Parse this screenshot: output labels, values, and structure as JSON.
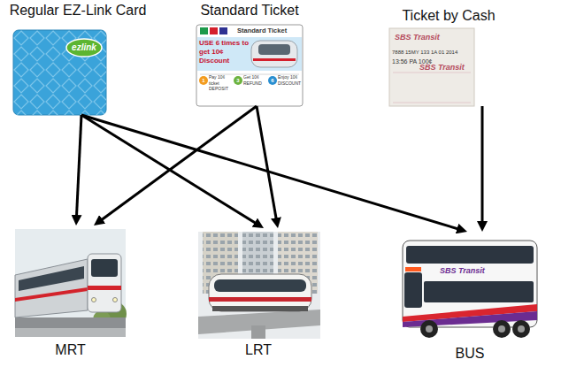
{
  "diagram": {
    "nodes": [
      {
        "text": [
          "Regular EZ-Link Card"
        ]
      },
      {
        "text": [
          "Standard Ticket"
        ]
      },
      {
        "text": [
          "Ticket by Cash"
        ]
      },
      {
        "text": [
          "MRT"
        ]
      },
      {
        "text": [
          "LRT"
        ]
      },
      {
        "text": [
          "BUS"
        ]
      }
    ],
    "edges": [
      {
        "from": 0,
        "to": 3,
        "arrow": "to"
      },
      {
        "from": 0,
        "to": 4,
        "arrow": "to"
      },
      {
        "from": 0,
        "to": 5,
        "arrow": "to"
      },
      {
        "from": 1,
        "to": 3,
        "arrow": "to"
      },
      {
        "from": 1,
        "to": 4,
        "arrow": "to"
      },
      {
        "from": 2,
        "to": 5,
        "arrow": "to"
      }
    ],
    "labels": [
      "ezlink",
      "Standard Ticket",
      "USE 6 times to get 10¢ Discount",
      "1",
      "Pay 10¢ ticket DEPOSIT",
      "3",
      "Get 10¢ REFUND",
      "6",
      "Enjoy 10¢ DISCOUNT",
      "SBS Transit",
      "7888 15MY 133 1A 01 2014",
      "13:56 PA 100¢",
      "SBS Transit",
      "SBS Transit"
    ]
  }
}
